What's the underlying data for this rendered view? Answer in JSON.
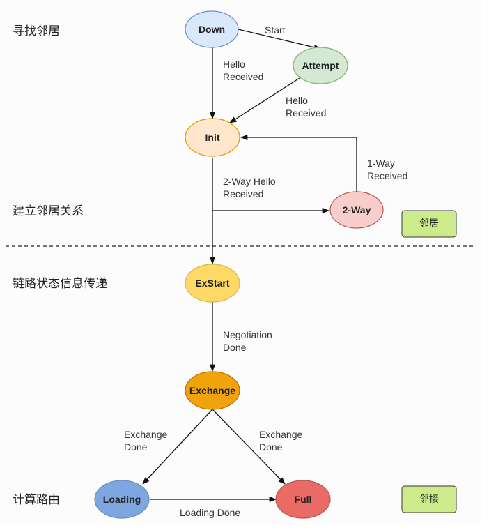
{
  "stages": {
    "find": "寻找邻居",
    "establish": "建立邻居关系",
    "transfer": "链路状态信息传递",
    "compute": "计算路由"
  },
  "states": {
    "down": "Down",
    "attempt": "Attempt",
    "init": "Init",
    "two_way": "2-Way",
    "exstart": "ExStart",
    "exchange": "Exchange",
    "loading": "Loading",
    "full": "Full"
  },
  "transitions": {
    "start": "Start",
    "hello_received_1": [
      "Hello",
      "Received"
    ],
    "hello_received_2": [
      "Hello",
      "Received"
    ],
    "two_way_hello": [
      "2-Way Hello",
      "Received"
    ],
    "one_way": [
      "1-Way",
      "Received"
    ],
    "negotiation": [
      "Negotiation",
      "Done"
    ],
    "exchange_done_left": [
      "Exchange",
      "Done"
    ],
    "exchange_done_right": [
      "Exchange",
      "Done"
    ],
    "loading_done": "Loading Done"
  },
  "boxes": {
    "neighbor": "邻居",
    "adjacency": "邻接"
  },
  "colors": {
    "down": "#dae8fc",
    "attempt": "#d5e8d4",
    "init": "#ffe6cc",
    "two_way": "#f8cecc",
    "exstart": "#ffd966",
    "exchange": "#f0a30a",
    "loading": "#7ea6e0",
    "full": "#ea6b66",
    "box": "#cdeb8b"
  }
}
